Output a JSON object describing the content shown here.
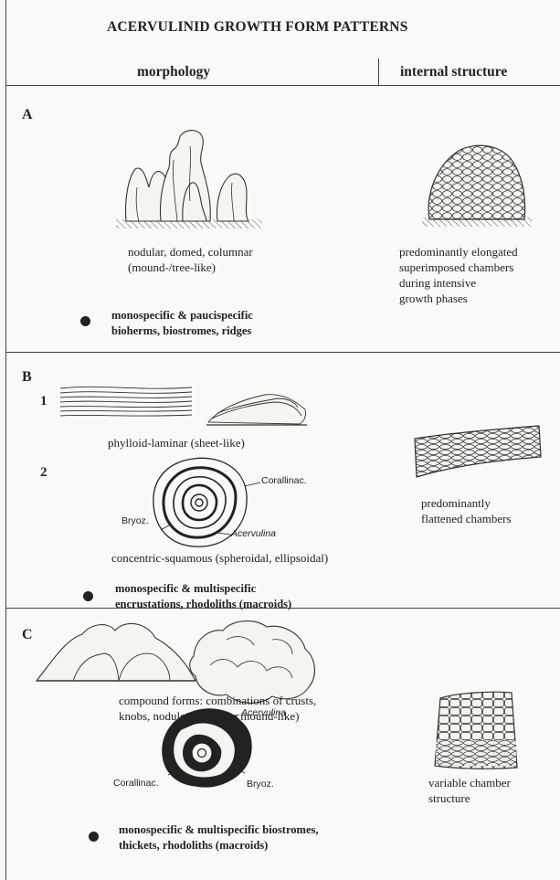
{
  "title": "ACERVULINID GROWTH FORM PATTERNS",
  "header": {
    "morphology": "morphology",
    "internal_structure": "internal structure"
  },
  "sections": {
    "A": {
      "letter": "A",
      "morph_line1": "nodular, domed, columnar",
      "morph_line2": "(mound-/tree-like)",
      "struct_lines": [
        "predominantly elongated",
        "superimposed chambers",
        "during intensive",
        "growth phases"
      ],
      "bullet_lines": [
        "monospecific & paucispecific",
        "bioherms, biostromes, ridges"
      ]
    },
    "B": {
      "letter": "B",
      "sub1": "1",
      "sub1_caption": "phylloid-laminar (sheet-like)",
      "sub2": "2",
      "labels": {
        "corallinac": "Corallinac.",
        "bryoz": "Bryoz.",
        "acervulina": "Acervulina"
      },
      "sub2_caption": "concentric-squamous (spheroidal, ellipsoidal)",
      "struct_lines": [
        "predominantly",
        "flattened chambers"
      ],
      "bullet_lines": [
        "monospecific & multispecific",
        "encrustations, rhodoliths (macroids)"
      ]
    },
    "C": {
      "letter": "C",
      "morph_lines": [
        "compound forms: combinations of crusts,",
        "knobs, nodules (sheet- to mound-like)"
      ],
      "labels": {
        "acervulina": "Acervulina",
        "corallinac": "Corallinac.",
        "bryoz": "Bryoz."
      },
      "struct_lines": [
        "variable chamber",
        "structure"
      ],
      "bullet_lines": [
        "monospecific & multispecific biostromes,",
        "thickets, rhodoliths (macroids)"
      ]
    }
  }
}
